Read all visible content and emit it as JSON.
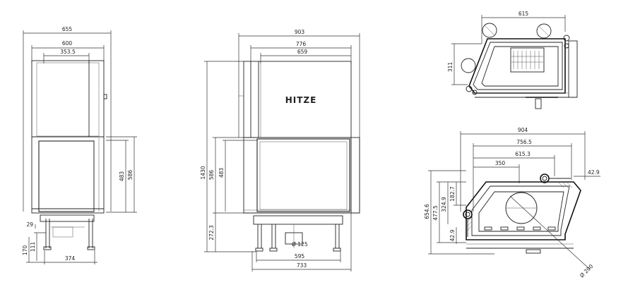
{
  "brand": {
    "logo_text": "HITZE"
  },
  "front_view": {
    "dims": {
      "overall_width": "655",
      "body_width": "600",
      "opening_width": "353.5",
      "glass_height": "483",
      "door_height": "586",
      "offset_small": "29",
      "leg_height": "111",
      "base_height": "170",
      "base_width": "374"
    }
  },
  "side_view": {
    "dims": {
      "overall_width": "903",
      "body_width": "776",
      "top_width": "659",
      "total_height": "1430",
      "door_height": "586",
      "glass_height": "483",
      "base_height": "272.3",
      "flue_diameter": "Ø 125",
      "leg_width": "595",
      "base_width": "733"
    }
  },
  "top_view": {
    "dims": {
      "width": "615",
      "depth": "311"
    }
  },
  "plan_view": {
    "dims": {
      "overall_width": "904",
      "width_1": "756.5",
      "width_2": "615.3",
      "width_3": "350",
      "corner_offset": "42.9",
      "depth_total": "654.6",
      "depth_1": "477.5",
      "depth_2": "324.9",
      "depth_3": "182.7",
      "corner_offset_bottom": "42.9",
      "flue_diameter": "Ø 200"
    }
  }
}
